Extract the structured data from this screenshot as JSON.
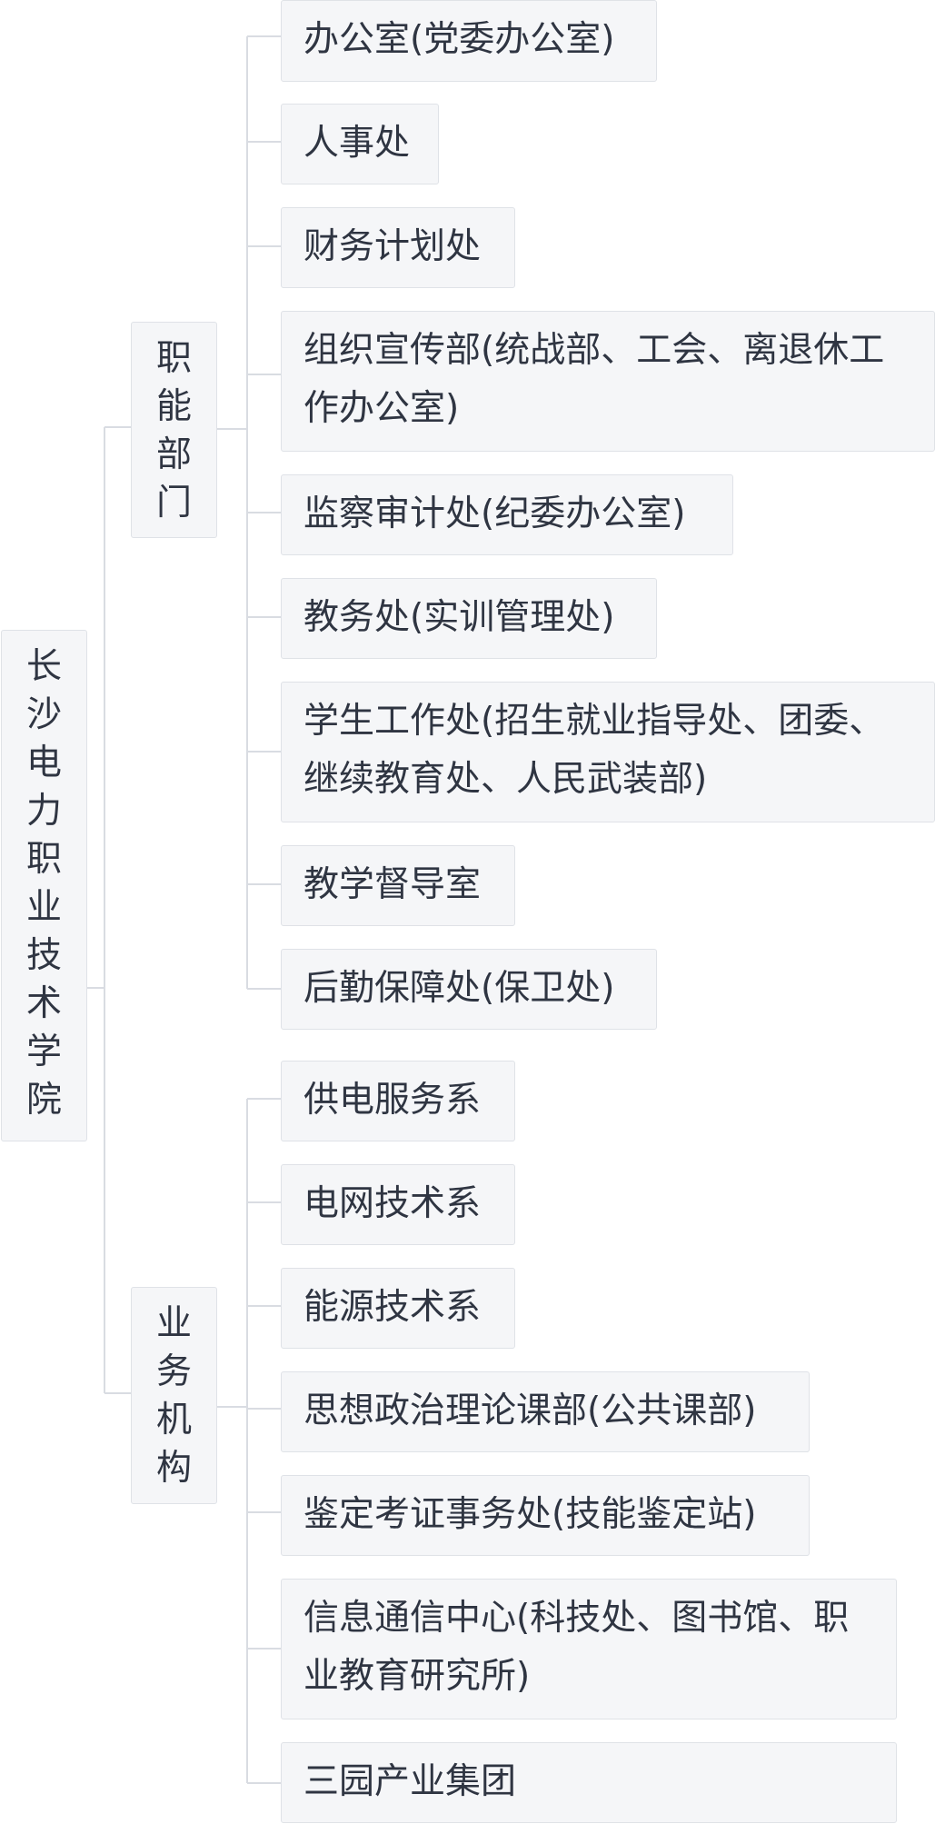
{
  "root": {
    "label": "长沙电力职业技术学院"
  },
  "groups": [
    {
      "label": "职能部门",
      "children": [
        "办公室(党委办公室)",
        "人事处",
        "财务计划处",
        "组织宣传部(统战部、工会、离退休工作办公室)",
        "监察审计处(纪委办公室)",
        "教务处(实训管理处)",
        "学生工作处(招生就业指导处、团委、继续教育处、人民武装部)",
        "教学督导室",
        "后勤保障处(保卫处)"
      ]
    },
    {
      "label": "业务机构",
      "children": [
        "供电服务系",
        "电网技术系",
        "能源技术系",
        "思想政治理论课部(公共课部)",
        "鉴定考证事务处(技能鉴定站)",
        "信息通信中心(科技处、图书馆、职业教育研究所)",
        "三园产业集团"
      ]
    }
  ]
}
